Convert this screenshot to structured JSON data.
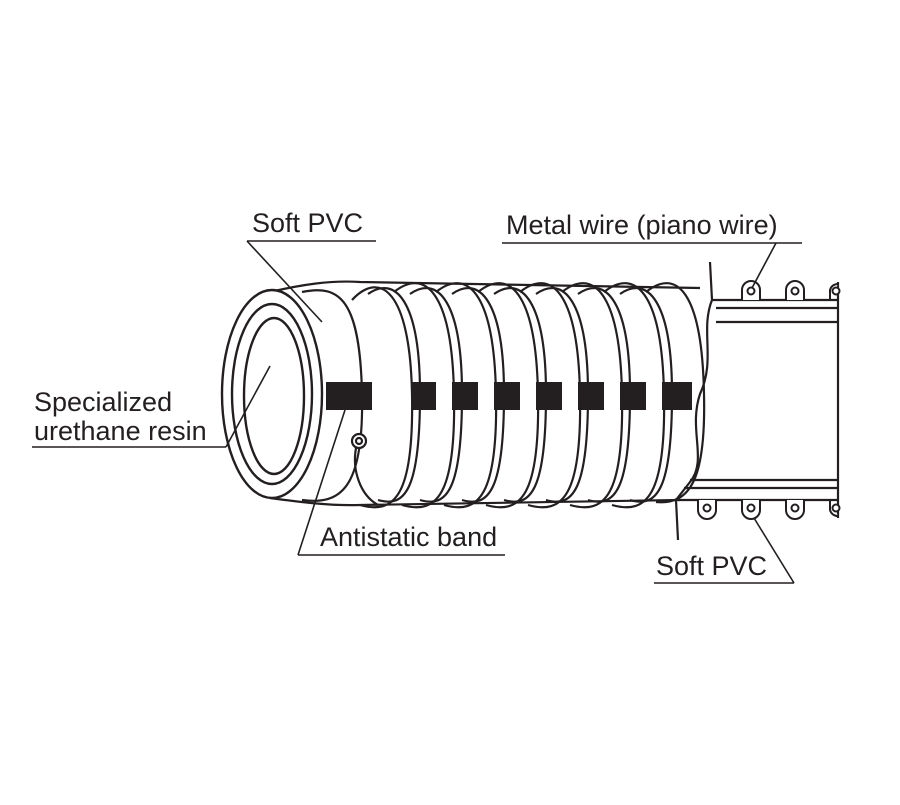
{
  "diagram": {
    "labels": {
      "soft_pvc_top": "Soft PVC",
      "metal_wire": "Metal wire (piano wire)",
      "resin_line1": "Specialized",
      "resin_line2": "urethane resin",
      "antistatic_band": "Antistatic band",
      "soft_pvc_bottom": "Soft PVC"
    },
    "colors": {
      "line": "#231f20",
      "background": "#ffffff",
      "band": "#231f20"
    }
  }
}
